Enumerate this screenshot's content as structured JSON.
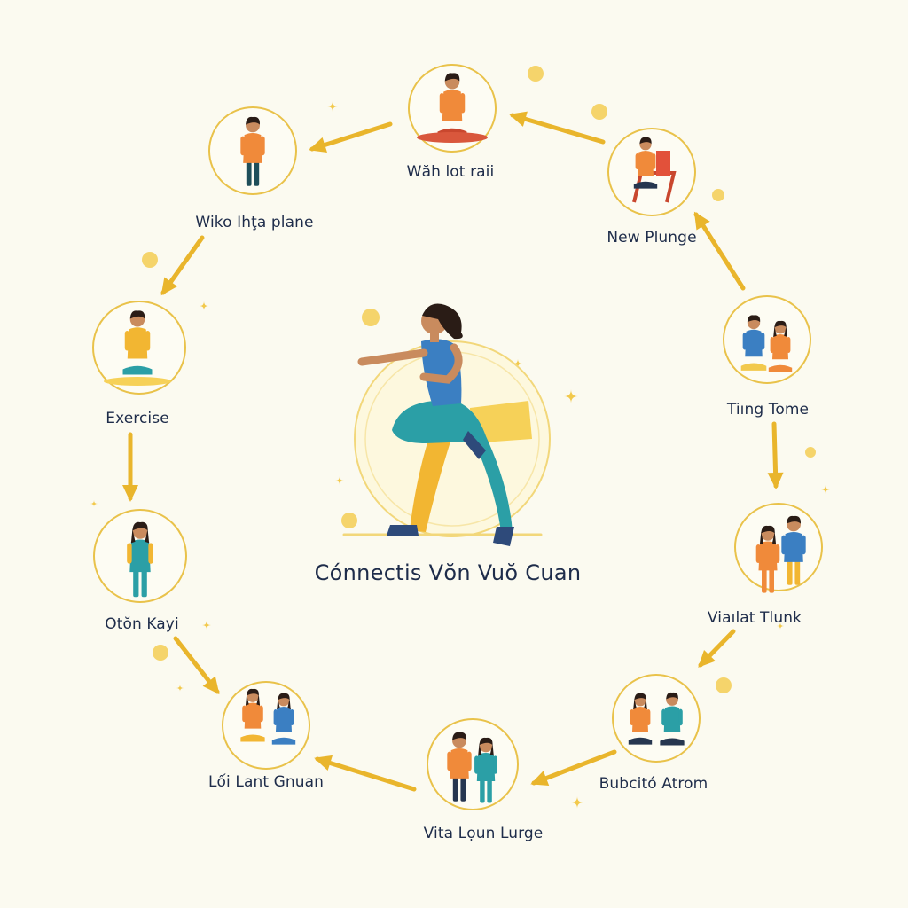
{
  "center": {
    "title": "Cónnectis Vŏn Vuŏ Cuan",
    "icon": "dancing-woman-icon"
  },
  "nodes": [
    {
      "id": "top",
      "label": "Wăh lot raii",
      "icon": "meditating-man-icon"
    },
    {
      "id": "top-right",
      "label": "New Plunge",
      "icon": "reading-on-chair-icon"
    },
    {
      "id": "right-upper",
      "label": "Tiıng Tome",
      "icon": "couple-sitting-icon"
    },
    {
      "id": "right-lower",
      "label": "Viaılat Tlunk",
      "icon": "couple-embracing-icon"
    },
    {
      "id": "bottom-right",
      "label": "Bubcitó Atrom",
      "icon": "couple-talking-icon"
    },
    {
      "id": "bottom",
      "label": "Vita Lọun Lurge",
      "icon": "couple-standing-icon"
    },
    {
      "id": "bottom-left",
      "label": "Lối Lant Gnuan",
      "icon": "friends-sitting-icon"
    },
    {
      "id": "left-lower",
      "label": "Otŏn Kayi",
      "icon": "woman-standing-icon"
    },
    {
      "id": "left-upper",
      "label": "Exercise",
      "icon": "seated-man-icon"
    },
    {
      "id": "top-left",
      "label": "Wiko Ihţa plane",
      "icon": "stretching-man-icon"
    }
  ],
  "colors": {
    "background": "#fbfaf0",
    "accent": "#e9b52c",
    "ring": "#e9c24a",
    "text": "#1e2c4a",
    "orange": "#f08a3a",
    "teal": "#2b9fa6",
    "blue": "#3b7fc2",
    "yellow": "#f2b632",
    "navy": "#26364f",
    "skin": "#c98b5e",
    "hair": "#2a1c16"
  }
}
